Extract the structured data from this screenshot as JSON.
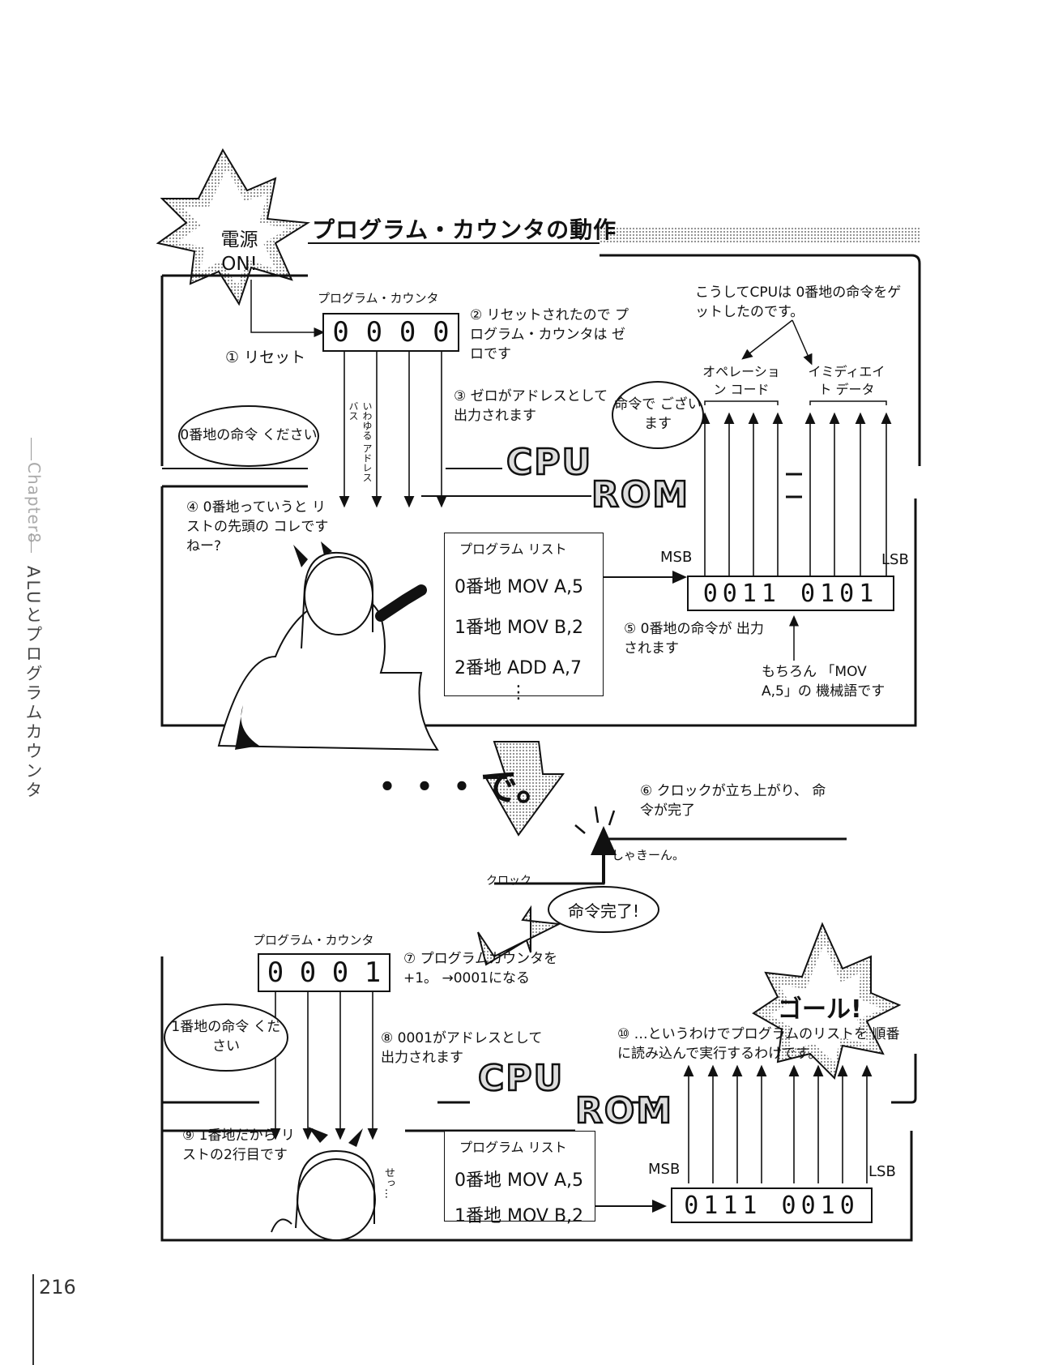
{
  "sidebar": {
    "chapter": "Chapter8",
    "section_title": "ALUとプログラムカウンタ"
  },
  "page_number": "216",
  "title": "プログラム・カウンタの動作",
  "burst_power": "電源 ON!",
  "burst_goal": "ゴール!",
  "panel1": {
    "counter_label": "プログラム・カウンタ",
    "counter_value": [
      "0",
      "0",
      "0",
      "0"
    ],
    "step1": "① リセット",
    "step2": "② リセットされたので プログラム・カウンタは ゼロです",
    "step3": "③ ゼロがアドレスとして 出力されます",
    "bus_label": "いわゆる アドレスバス",
    "cloud_left": "0番地の命令 ください",
    "cloud_right": "命令で ございます",
    "cpu_note": "こうしてCPUは 0番地の命令をゲットしたのです。",
    "opcode_label": "オペレーション コード",
    "immediate_label": "イミディエイト データ",
    "cpu": "CPU",
    "rom": "ROM",
    "step4": "④ 0番地っていうと リストの先頭の コレですねー?",
    "list_header": "プログラム リスト",
    "list_rows": [
      "0番地 MOV A,5",
      "1番地 MOV B,2",
      "2番地 ADD A,7",
      "⋮"
    ],
    "msb": "MSB",
    "lsb": "LSB",
    "rom_value": "0011 0101",
    "step5": "⑤ 0番地の命令が 出力されます",
    "machine_note": "もちろん 「MOV A,5」の 機械語です"
  },
  "transition": {
    "de": "・・・で。",
    "step6": "⑥ クロックが立ち上がり、 命令が完了",
    "clock": "クロック",
    "sfx": "しゃきーん。",
    "complete": "命令完了!"
  },
  "panel2": {
    "counter_label": "プログラム・カウンタ",
    "counter_value": [
      "0",
      "0",
      "0",
      "1"
    ],
    "step7": "⑦ プログラムカウンタを+1。 →0001になる",
    "cloud_left": "1番地の命令 ください",
    "step8": "⑧ 0001がアドレスとして 出力されます",
    "step10": "⑩ …というわけでプログラムのリストを 順番に読み込んで実行するわけです。",
    "cpu": "CPU",
    "rom": "ROM",
    "step9": "⑨ 1番地だから リストの2行目です",
    "sfx": "せっ…",
    "list_header": "プログラム リスト",
    "list_rows": [
      "0番地 MOV A,5",
      "1番地 MOV B,2"
    ],
    "msb": "MSB",
    "lsb": "LSB",
    "rom_value": "0111 0010"
  }
}
